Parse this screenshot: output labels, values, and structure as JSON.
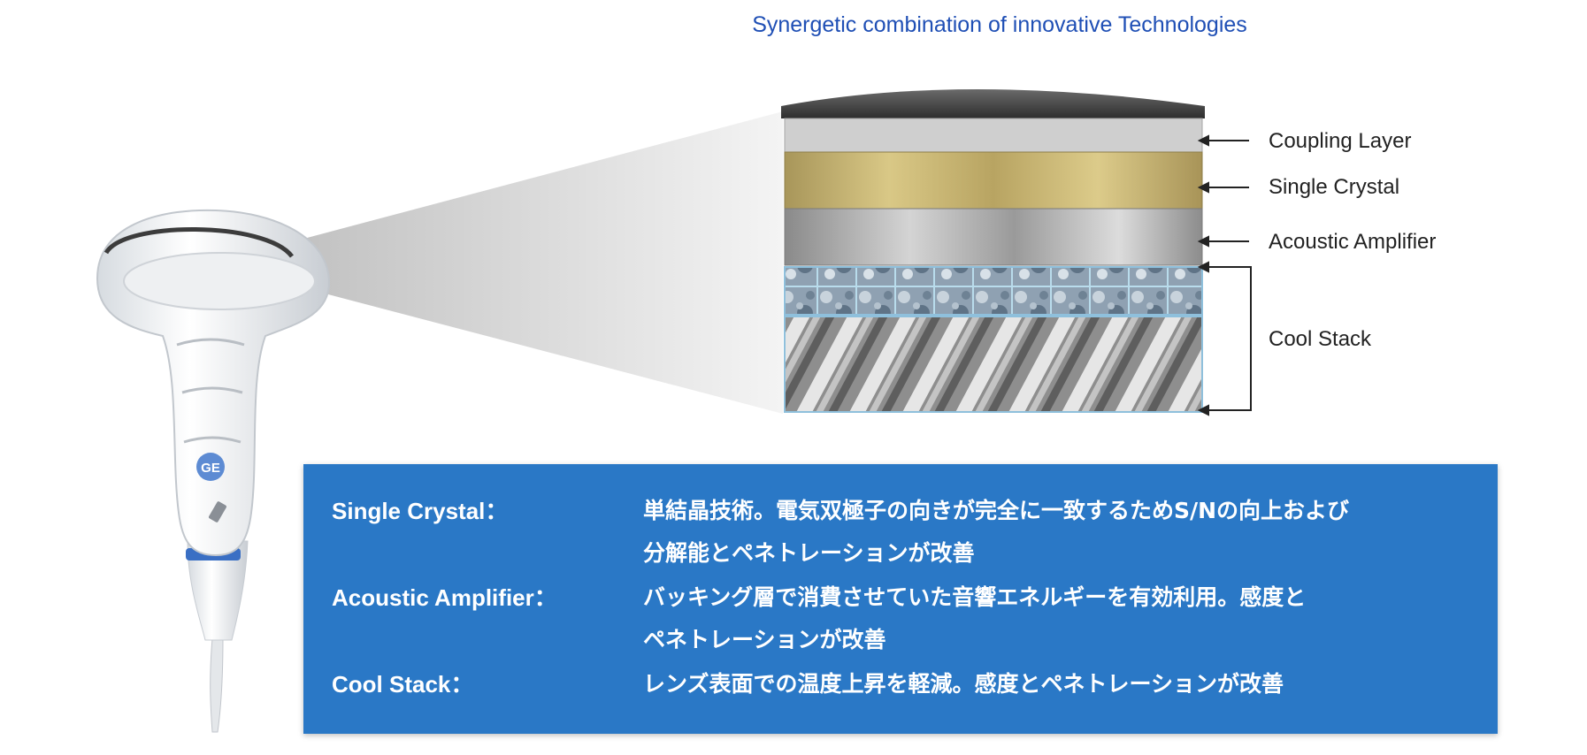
{
  "title": "Synergetic combination of  innovative Technologies",
  "layers": [
    {
      "label": "Coupling Layer"
    },
    {
      "label": "Single Crystal"
    },
    {
      "label": "Acoustic Amplifier"
    },
    {
      "label": "Cool Stack"
    }
  ],
  "logo_text": "GE",
  "panel": {
    "rows": [
      {
        "title": "Single Crystal：",
        "desc_line1": "単結晶技術。電気双極子の向きが完全に一致するためS/Nの向上および",
        "desc_line2": "分解能とペネトレーションが改善"
      },
      {
        "title": "Acoustic Amplifier：",
        "desc_line1": "バッキング層で消費させていた音響エネルギーを有効利用。感度と",
        "desc_line2": "ペネトレーションが改善"
      },
      {
        "title": "Cool Stack：",
        "desc_line1": "レンズ表面での温度上昇を軽減。感度とペネトレーションが改善"
      }
    ]
  },
  "colors": {
    "title": "#1f4fb5",
    "panel": "#2a78c6",
    "single_crystal": "#c9b46a",
    "probe_accent": "#3a6fc4"
  }
}
